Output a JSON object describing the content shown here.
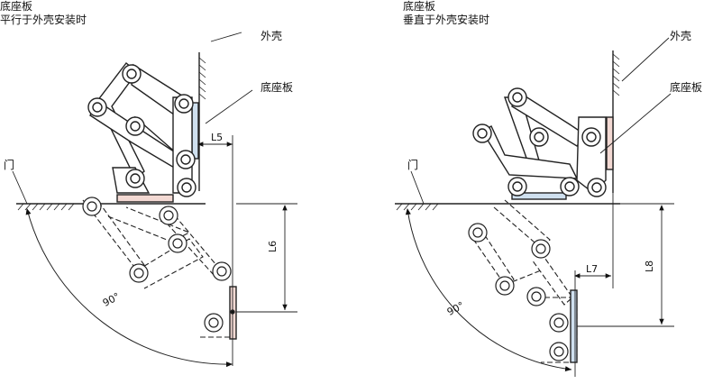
{
  "left": {
    "title_line1": "底座板",
    "title_line2": "平行于外壳安装时",
    "label_shell": "外壳",
    "label_baseplate": "底座板",
    "label_door": "门",
    "dim_l5": "L5",
    "dim_l6": "L6",
    "angle": "90°"
  },
  "right": {
    "title_line1": "底座板",
    "title_line2": "垂直于外壳安装时",
    "label_shell": "外壳",
    "label_baseplate": "底座板",
    "label_door": "门",
    "dim_l7": "L7",
    "dim_l8": "L8",
    "angle": "90°"
  },
  "colors": {
    "line": "#222222",
    "plate_fill": "#f3d9d3",
    "plate_blue": "#cfe0ef"
  }
}
